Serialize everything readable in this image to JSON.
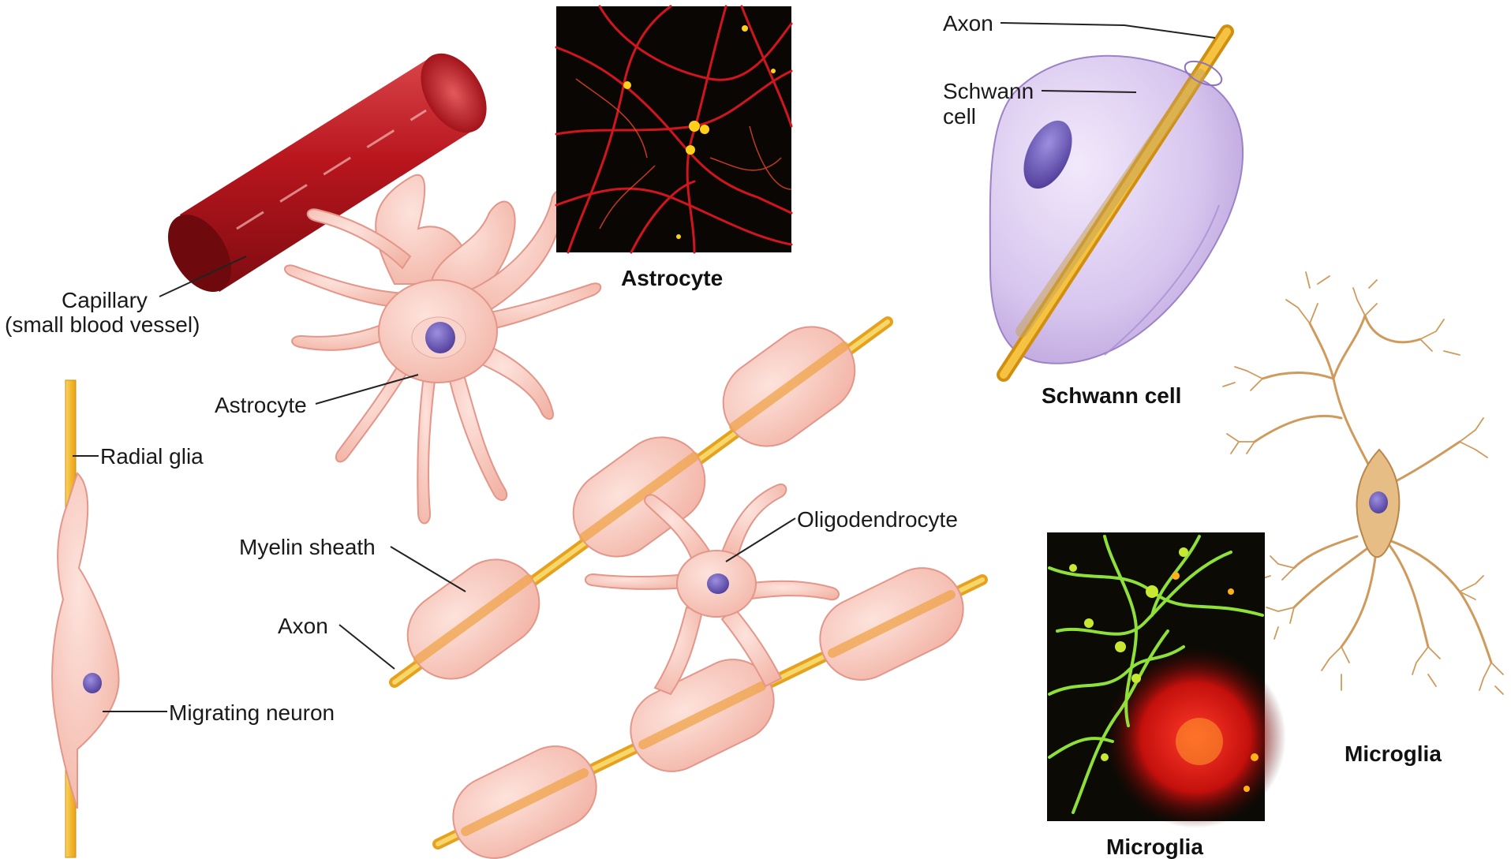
{
  "labels": {
    "axon_top": "Axon",
    "schwann_line1": "Schwann",
    "schwann_line2": "cell",
    "capillary_line1": "Capillary",
    "capillary_line2": "(small blood vessel)",
    "astrocyte": "Astrocyte",
    "radial_glia": "Radial glia",
    "myelin_sheath": "Myelin sheath",
    "oligodendrocyte": "Oligodendrocyte",
    "axon_mid": "Axon",
    "migrating_neuron": "Migrating neuron"
  },
  "captions": {
    "astrocyte": "Astrocyte",
    "schwann_cell": "Schwann cell",
    "microglia_drawing": "Microglia",
    "microglia_photo": "Microglia"
  },
  "colors": {
    "cell_pink": "#f6c3b8",
    "cell_pink_edge": "#e3968a",
    "nucleus": "#6a56b0",
    "axon_yellow": "#f5c242",
    "capillary_red": "#b71c24",
    "schwann_purple": "#d5c3ec",
    "microglia_tan": "#cf9a5b",
    "photo_black": "#0a0604"
  }
}
